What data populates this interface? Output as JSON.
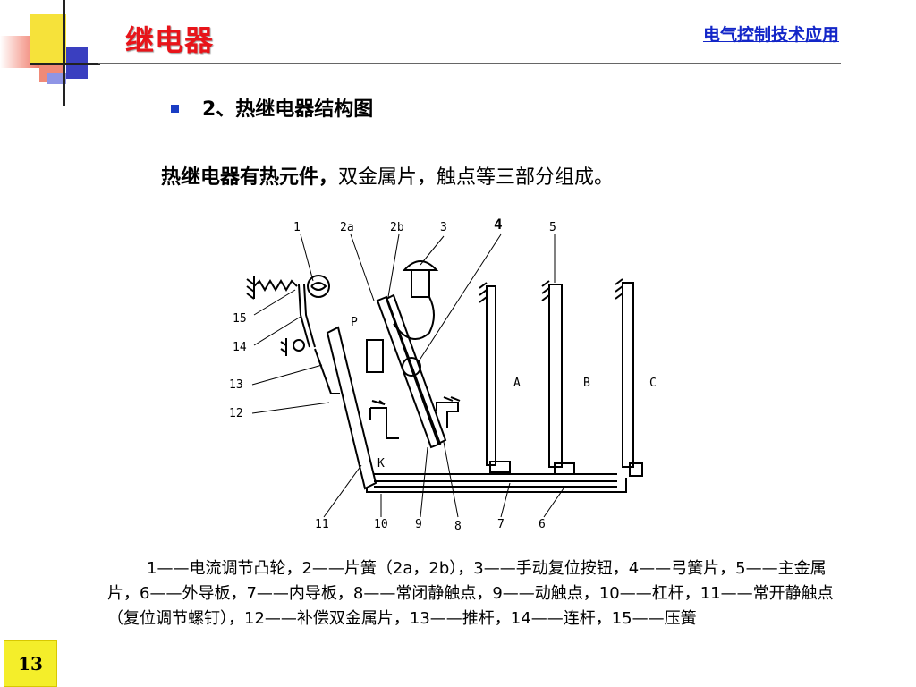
{
  "header": {
    "title": "继电器",
    "course": "电气控制技术应用"
  },
  "section": {
    "heading": "2、热继电器结构图"
  },
  "intro": {
    "strong": "热继电器有热元件，",
    "rest": "双金属片，触点等三部分组成。"
  },
  "diagram": {
    "labels": {
      "l1": "1",
      "l2a": "2a",
      "l2b": "2b",
      "l3": "3",
      "l4": "4",
      "l5": "5",
      "l15": "15",
      "l14": "14",
      "l13": "13",
      "l12": "12",
      "l11": "11",
      "l10": "10",
      "l9": "9",
      "l8": "8",
      "l7": "7",
      "l6": "6",
      "lP": "P",
      "lK": "K",
      "lA": "A",
      "lB": "B",
      "lC": "C"
    }
  },
  "legend": {
    "text": "1——电流调节凸轮，2——片簧（2a，2b），3——手动复位按钮，4——弓簧片，5——主金属片，6——外导板，7——内导板，8——常闭静触点，9——动触点，10——杠杆，11——常开静触点（复位调节螺钉），12——补偿双金属片，13——推杆，14——连杆，15——压簧"
  },
  "footer": {
    "page_number": "13"
  },
  "colors": {
    "title_red": "#e8141a",
    "link_blue": "#1326c8",
    "bullet_blue": "#1a3dc4",
    "page_badge_yellow": "#f4ee2a"
  }
}
